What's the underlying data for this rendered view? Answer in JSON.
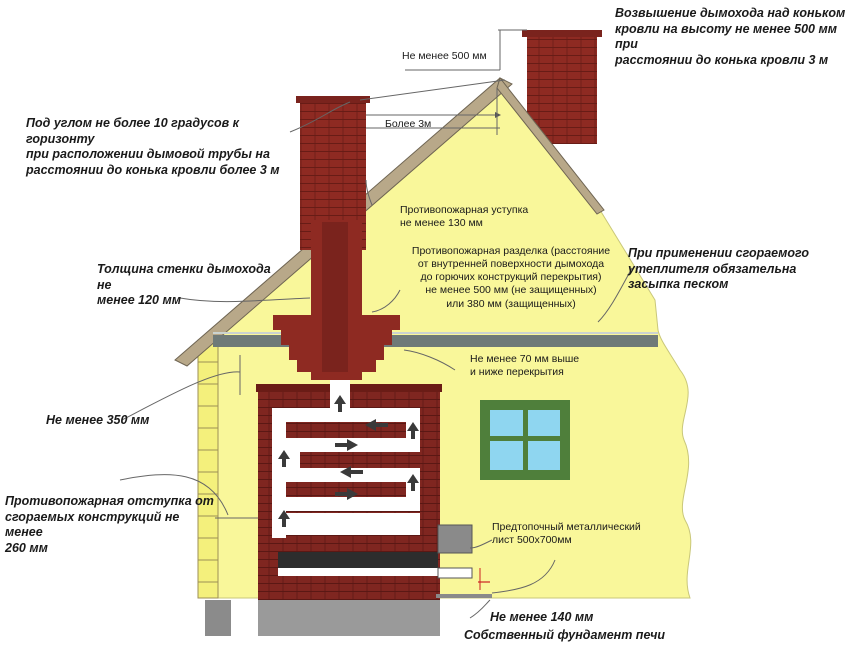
{
  "colors": {
    "wall": "#f9f79a",
    "brick": "#8e2a22",
    "brick_dark": "#6a1c16",
    "roof": "#b8a889",
    "gray_band": "#6f7a78",
    "window_frame": "#4f7f3b",
    "window_glass": "#8fd6f0",
    "foundation": "#9a9a9a",
    "metal_sheet": "#8a8a8a"
  },
  "labels": {
    "chimney_height": "Возвышение дымохода над коньком\nкровли на высоту не менее 500 мм при\nрасстоянии до конька кровли 3 м",
    "min_500": "Не менее 500 мм",
    "angle_10": "Под углом не более 10 градусов к горизонту\nпри расположении дымовой трубы на\nрасстоянии до конька кровли более 3 м",
    "more_3m": "Более 3м",
    "fire_ledge": "Противопожарная уступка\nне менее 130 мм",
    "fire_cut": "Противопожарная разделка (расстояние\nот внутренней поверхности дымохода\nдо горючих конструкций перекрытия)\nне менее 500 мм (не защищенных)\nили 380 мм (защищенных)",
    "combustible_insulation": "При применении сгораемого\nутеплителя обязательна\nзасыпка песком",
    "wall_thickness": "Толщина стенки дымохода не\nменее 120 мм",
    "min_70": "Не менее 70 мм выше\nи ниже перекрытия",
    "min_350": "Не менее 350 мм",
    "fire_offset": "Противопожарная отступка от\nсгораемых конструкций не менее\n260 мм",
    "metal_sheet": "Предтопочный металлический\nлист 500х700мм",
    "min_140": "Не менее 140 мм",
    "foundation": "Собственный фундамент печи"
  },
  "icons": [
    "arrow-up-icon",
    "arrow-right-icon",
    "arrow-left-icon"
  ]
}
